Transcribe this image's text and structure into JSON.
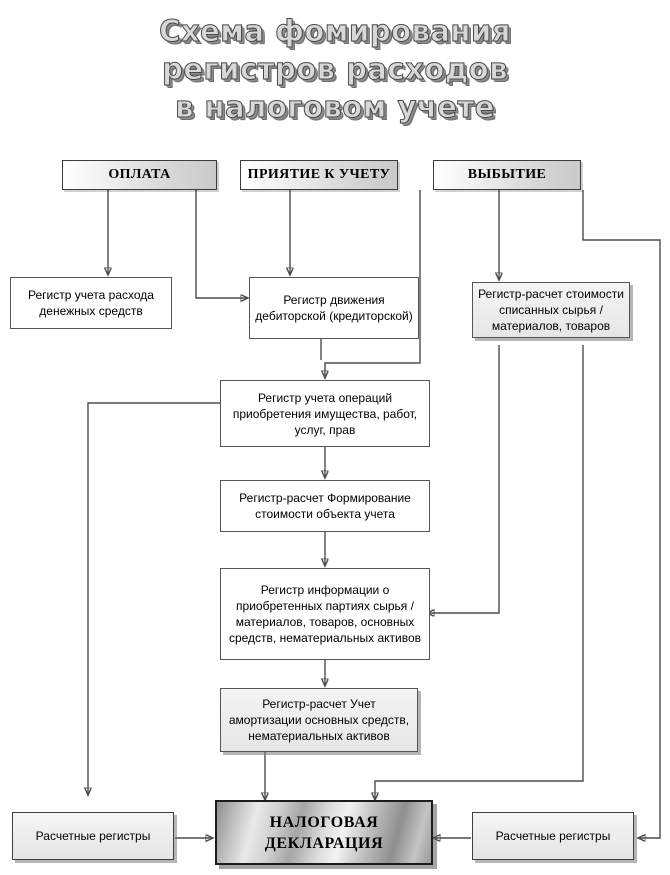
{
  "title": {
    "line1": "Схема фомирования",
    "line2": "регистров расходов",
    "line3": "в налоговом учете"
  },
  "colors": {
    "background": "#ffffff",
    "line": "#4d4d4d",
    "box_border": "#555555",
    "header_fill": "#dcdcdc",
    "filled_fill": "#e6e6e6",
    "metal_dark": "#8e8e8e",
    "metal_light": "#f2f2f2",
    "text": "#000000"
  },
  "headers": [
    {
      "id": "oplata",
      "label": "ОПЛАТА"
    },
    {
      "id": "priyatie",
      "label": "ПРИЯТИЕ К УЧЕТУ"
    },
    {
      "id": "vybytie",
      "label": "ВЫБЫТИЕ"
    }
  ],
  "nodes": {
    "cash_register": "Регистр учета расхода денежных средств",
    "debtor_register": "Регистр движения дебиторской (кредиторской)",
    "writeoff_register": "Регистр-расчет стоимости списанных сырья / материалов, товаров",
    "acquisition_register": "Регистр учета операций приобретения имущества, работ, услуг, прав",
    "cost_formation_register": "Регистр-расчет Формирование стоимости объекта учета",
    "batch_info_register": "Регистр информации о приобретенных партиях сырья / материалов, товаров, основных средств, нематериальных активов",
    "amortization_register": "Регистр-расчет Учет амортизации основных средств, нематериальных активов",
    "calc_registers_left": "Расчетные регистры",
    "calc_registers_right": "Расчетные регистры",
    "tax_declaration_line1": "НАЛОГОВАЯ",
    "tax_declaration_line2": "ДЕКЛАРАЦИЯ"
  }
}
